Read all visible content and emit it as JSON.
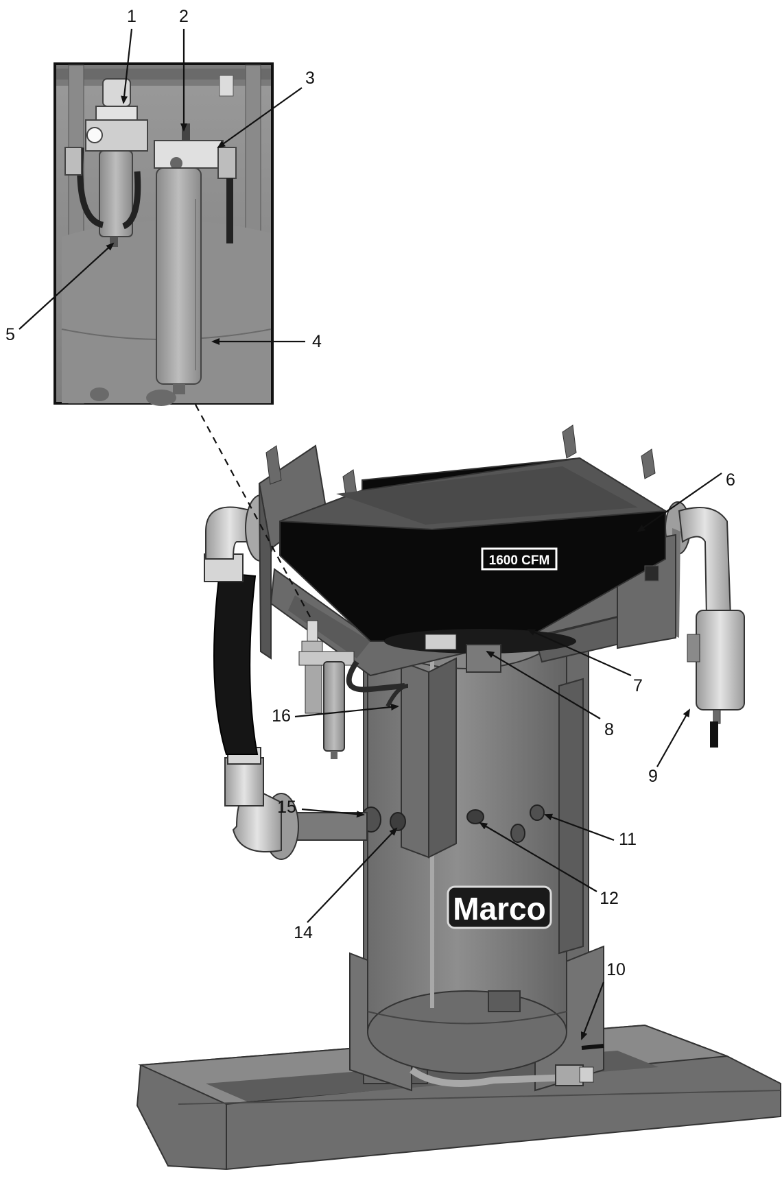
{
  "figure": {
    "badge_text": "1600 CFM",
    "brand_logo": "Marco",
    "colors": {
      "tank": "#7e7e7e",
      "frame": "#6a6a6a",
      "dark_panel": "#0a0a0a",
      "pipe_light": "#c8c8c8",
      "hose": "#151515",
      "inset_bg": "#8c8c8c"
    }
  },
  "callouts": [
    {
      "id": "1",
      "label": "1"
    },
    {
      "id": "2",
      "label": "2"
    },
    {
      "id": "3",
      "label": "3"
    },
    {
      "id": "4",
      "label": "4"
    },
    {
      "id": "5",
      "label": "5"
    },
    {
      "id": "6",
      "label": "6"
    },
    {
      "id": "7",
      "label": "7"
    },
    {
      "id": "8",
      "label": "8"
    },
    {
      "id": "9",
      "label": "9"
    },
    {
      "id": "10",
      "label": "10"
    },
    {
      "id": "11",
      "label": "11"
    },
    {
      "id": "12",
      "label": "12"
    },
    {
      "id": "14",
      "label": "14"
    },
    {
      "id": "15",
      "label": "15"
    },
    {
      "id": "16",
      "label": "16"
    }
  ]
}
